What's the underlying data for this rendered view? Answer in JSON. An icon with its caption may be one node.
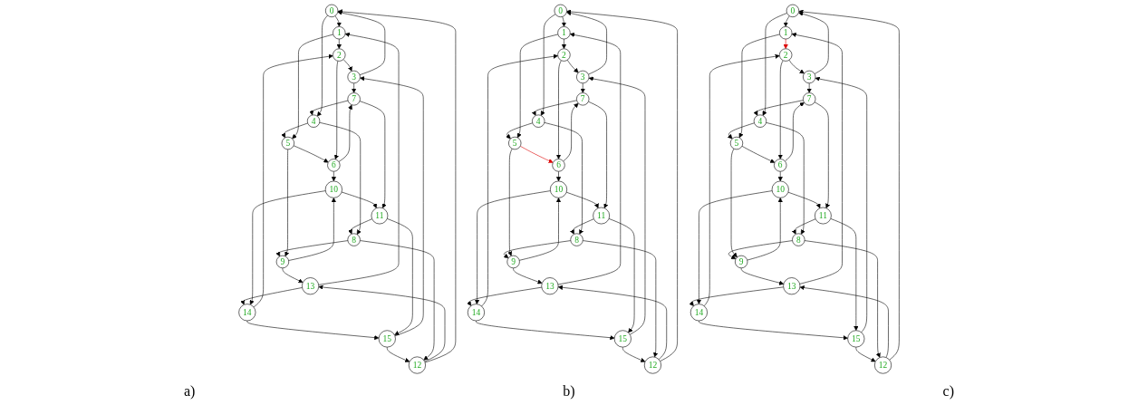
{
  "diagram": {
    "nodes": [
      {
        "text": [
          "0"
        ]
      },
      {
        "text": [
          "1"
        ]
      },
      {
        "text": [
          "2"
        ]
      },
      {
        "text": [
          "3"
        ]
      },
      {
        "text": [
          "4"
        ]
      },
      {
        "text": [
          "5"
        ]
      },
      {
        "text": [
          "6"
        ]
      },
      {
        "text": [
          "7"
        ]
      },
      {
        "text": [
          "8"
        ]
      },
      {
        "text": [
          "9"
        ]
      },
      {
        "text": [
          "10"
        ]
      },
      {
        "text": [
          "11"
        ]
      },
      {
        "text": [
          "12"
        ]
      },
      {
        "text": [
          "13"
        ]
      },
      {
        "text": [
          "14"
        ]
      },
      {
        "text": [
          "15"
        ]
      },
      {
        "text": [
          "0"
        ]
      },
      {
        "text": [
          "1"
        ]
      },
      {
        "text": [
          "2"
        ]
      },
      {
        "text": [
          "3"
        ]
      },
      {
        "text": [
          "4"
        ]
      },
      {
        "text": [
          "5"
        ]
      },
      {
        "text": [
          "6"
        ]
      },
      {
        "text": [
          "7"
        ]
      },
      {
        "text": [
          "8"
        ]
      },
      {
        "text": [
          "9"
        ]
      },
      {
        "text": [
          "10"
        ]
      },
      {
        "text": [
          "11"
        ]
      },
      {
        "text": [
          "12"
        ]
      },
      {
        "text": [
          "13"
        ]
      },
      {
        "text": [
          "14"
        ]
      },
      {
        "text": [
          "15"
        ]
      },
      {
        "text": [
          "0"
        ]
      },
      {
        "text": [
          "1"
        ]
      },
      {
        "text": [
          "2"
        ]
      },
      {
        "text": [
          "3"
        ]
      },
      {
        "text": [
          "4"
        ]
      },
      {
        "text": [
          "5"
        ]
      },
      {
        "text": [
          "6"
        ]
      },
      {
        "text": [
          "7"
        ]
      },
      {
        "text": [
          "8"
        ]
      },
      {
        "text": [
          "9"
        ]
      },
      {
        "text": [
          "10"
        ]
      },
      {
        "text": [
          "11"
        ]
      },
      {
        "text": [
          "12"
        ]
      },
      {
        "text": [
          "13"
        ]
      },
      {
        "text": [
          "14"
        ]
      },
      {
        "text": [
          "15"
        ]
      }
    ],
    "edges": [
      {
        "from": 0,
        "to": 1,
        "arrow": "to"
      },
      {
        "from": 1,
        "to": 2,
        "arrow": "to"
      },
      {
        "from": 2,
        "to": 3,
        "arrow": "to"
      },
      {
        "from": 3,
        "to": 0,
        "arrow": "to"
      },
      {
        "from": 4,
        "to": 5,
        "arrow": "to"
      },
      {
        "from": 5,
        "to": 6,
        "arrow": "to"
      },
      {
        "from": 6,
        "to": 7,
        "arrow": "to"
      },
      {
        "from": 7,
        "to": 4,
        "arrow": "to"
      },
      {
        "from": 8,
        "to": 9,
        "arrow": "to"
      },
      {
        "from": 9,
        "to": 10,
        "arrow": "to"
      },
      {
        "from": 10,
        "to": 11,
        "arrow": "to"
      },
      {
        "from": 11,
        "to": 8,
        "arrow": "to"
      },
      {
        "from": 12,
        "to": 13,
        "arrow": "to"
      },
      {
        "from": 13,
        "to": 14,
        "arrow": "to"
      },
      {
        "from": 14,
        "to": 15,
        "arrow": "to"
      },
      {
        "from": 15,
        "to": 12,
        "arrow": "to"
      },
      {
        "from": 0,
        "to": 4,
        "arrow": "to"
      },
      {
        "from": 1,
        "to": 5,
        "arrow": "to"
      },
      {
        "from": 2,
        "to": 6,
        "arrow": "to"
      },
      {
        "from": 3,
        "to": 7,
        "arrow": "to"
      },
      {
        "from": 4,
        "to": 8,
        "arrow": "to"
      },
      {
        "from": 5,
        "to": 9,
        "arrow": "to"
      },
      {
        "from": 6,
        "to": 10,
        "arrow": "to"
      },
      {
        "from": 7,
        "to": 11,
        "arrow": "to"
      },
      {
        "from": 8,
        "to": 12,
        "arrow": "to"
      },
      {
        "from": 9,
        "to": 13,
        "arrow": "to"
      },
      {
        "from": 10,
        "to": 14,
        "arrow": "to"
      },
      {
        "from": 11,
        "to": 15,
        "arrow": "to"
      },
      {
        "from": 12,
        "to": 0,
        "arrow": "to"
      },
      {
        "from": 13,
        "to": 1,
        "arrow": "to"
      },
      {
        "from": 14,
        "to": 2,
        "arrow": "to"
      },
      {
        "from": 15,
        "to": 3,
        "arrow": "to"
      },
      {
        "from": 16,
        "to": 17,
        "arrow": "to"
      },
      {
        "from": 17,
        "to": 18,
        "arrow": "to"
      },
      {
        "from": 18,
        "to": 19,
        "arrow": "to"
      },
      {
        "from": 19,
        "to": 16,
        "arrow": "to"
      },
      {
        "from": 20,
        "to": 21,
        "arrow": "to"
      },
      {
        "from": 21,
        "to": 22,
        "arrow": "to",
        "color": "#dd0000"
      },
      {
        "from": 22,
        "to": 23,
        "arrow": "to"
      },
      {
        "from": 23,
        "to": 20,
        "arrow": "to"
      },
      {
        "from": 24,
        "to": 25,
        "arrow": "to"
      },
      {
        "from": 25,
        "to": 26,
        "arrow": "to"
      },
      {
        "from": 26,
        "to": 27,
        "arrow": "to"
      },
      {
        "from": 27,
        "to": 24,
        "arrow": "to"
      },
      {
        "from": 28,
        "to": 29,
        "arrow": "to"
      },
      {
        "from": 29,
        "to": 30,
        "arrow": "to"
      },
      {
        "from": 30,
        "to": 31,
        "arrow": "to"
      },
      {
        "from": 31,
        "to": 28,
        "arrow": "to"
      },
      {
        "from": 16,
        "to": 20,
        "arrow": "to"
      },
      {
        "from": 17,
        "to": 21,
        "arrow": "to"
      },
      {
        "from": 18,
        "to": 22,
        "arrow": "to"
      },
      {
        "from": 19,
        "to": 23,
        "arrow": "to"
      },
      {
        "from": 20,
        "to": 24,
        "arrow": "to"
      },
      {
        "from": 21,
        "to": 25,
        "arrow": "to"
      },
      {
        "from": 22,
        "to": 26,
        "arrow": "to"
      },
      {
        "from": 23,
        "to": 27,
        "arrow": "to"
      },
      {
        "from": 24,
        "to": 28,
        "arrow": "to"
      },
      {
        "from": 25,
        "to": 29,
        "arrow": "to"
      },
      {
        "from": 26,
        "to": 30,
        "arrow": "to"
      },
      {
        "from": 27,
        "to": 31,
        "arrow": "to"
      },
      {
        "from": 28,
        "to": 16,
        "arrow": "to"
      },
      {
        "from": 29,
        "to": 17,
        "arrow": "to"
      },
      {
        "from": 30,
        "to": 18,
        "arrow": "to"
      },
      {
        "from": 31,
        "to": 19,
        "arrow": "to"
      },
      {
        "from": 32,
        "to": 33,
        "arrow": "to"
      },
      {
        "from": 33,
        "to": 34,
        "arrow": "to",
        "color": "#dd0000"
      },
      {
        "from": 34,
        "to": 35,
        "arrow": "to"
      },
      {
        "from": 35,
        "to": 32,
        "arrow": "to"
      },
      {
        "from": 36,
        "to": 37,
        "arrow": "to"
      },
      {
        "from": 37,
        "to": 38,
        "arrow": "to"
      },
      {
        "from": 38,
        "to": 39,
        "arrow": "to"
      },
      {
        "from": 39,
        "to": 36,
        "arrow": "to"
      },
      {
        "from": 40,
        "to": 41,
        "arrow": "to"
      },
      {
        "from": 41,
        "to": 42,
        "arrow": "to"
      },
      {
        "from": 42,
        "to": 43,
        "arrow": "to"
      },
      {
        "from": 43,
        "to": 40,
        "arrow": "to"
      },
      {
        "from": 44,
        "to": 45,
        "arrow": "to"
      },
      {
        "from": 45,
        "to": 46,
        "arrow": "to"
      },
      {
        "from": 46,
        "to": 47,
        "arrow": "to"
      },
      {
        "from": 47,
        "to": 44,
        "arrow": "to"
      },
      {
        "from": 32,
        "to": 36,
        "arrow": "to"
      },
      {
        "from": 33,
        "to": 37,
        "arrow": "to"
      },
      {
        "from": 34,
        "to": 38,
        "arrow": "to"
      },
      {
        "from": 35,
        "to": 39,
        "arrow": "to"
      },
      {
        "from": 36,
        "to": 40,
        "arrow": "to"
      },
      {
        "from": 37,
        "to": 41,
        "arrow": "to"
      },
      {
        "from": 38,
        "to": 42,
        "arrow": "to"
      },
      {
        "from": 39,
        "to": 43,
        "arrow": "to"
      },
      {
        "from": 40,
        "to": 44,
        "arrow": "to"
      },
      {
        "from": 41,
        "to": 45,
        "arrow": "to"
      },
      {
        "from": 42,
        "to": 46,
        "arrow": "to"
      },
      {
        "from": 43,
        "to": 47,
        "arrow": "to"
      },
      {
        "from": 44,
        "to": 32,
        "arrow": "to"
      },
      {
        "from": 45,
        "to": 33,
        "arrow": "to"
      },
      {
        "from": 46,
        "to": 34,
        "arrow": "to"
      },
      {
        "from": 47,
        "to": 35,
        "arrow": "to"
      }
    ],
    "labels": [
      "a)",
      "b)",
      "c)"
    ]
  }
}
